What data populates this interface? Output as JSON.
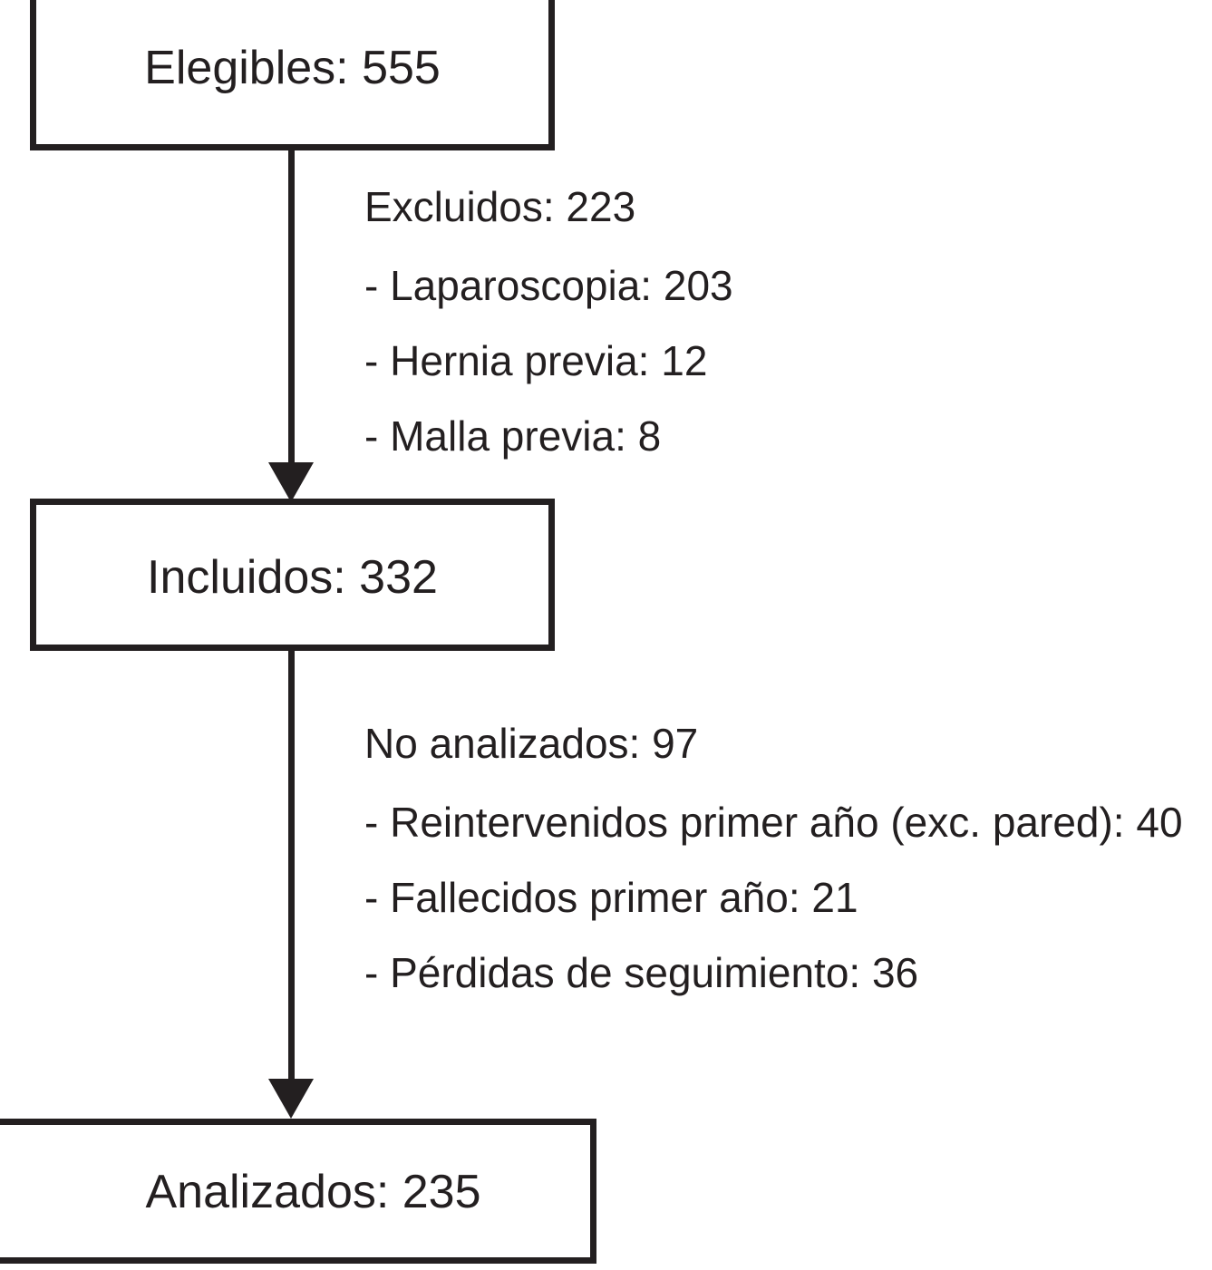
{
  "diagram": {
    "type": "flowchart",
    "orientation": "vertical",
    "colors": {
      "stroke": "#231f20",
      "background": "#ffffff",
      "text": "#231f20"
    },
    "nodes": [
      {
        "id": "eligible",
        "label": "Elegibles: 555",
        "value": 555
      },
      {
        "id": "included",
        "label": "Incluidos: 332",
        "value": 332
      },
      {
        "id": "analyzed",
        "label": "Analizados: 235",
        "value": 235
      }
    ],
    "annotations": [
      {
        "id": "excluded",
        "title": "Excluidos: 223",
        "total": 223,
        "items": [
          {
            "label": "- Laparoscopia: 203",
            "value": 203
          },
          {
            "label": "- Hernia previa: 12",
            "value": 12
          },
          {
            "label": "- Malla previa: 8",
            "value": 8
          }
        ]
      },
      {
        "id": "not-analyzed",
        "title": "No analizados: 97",
        "total": 97,
        "items": [
          {
            "label": "- Reintervenidos primer año (exc. pared): 40",
            "value": 40
          },
          {
            "label": "- Fallecidos primer año: 21",
            "value": 21
          },
          {
            "label": "- Pérdidas de seguimiento: 36",
            "value": 36
          }
        ]
      }
    ],
    "edges": [
      {
        "from": "eligible",
        "to": "included",
        "annotation": "excluded"
      },
      {
        "from": "included",
        "to": "analyzed",
        "annotation": "not-analyzed"
      }
    ]
  }
}
